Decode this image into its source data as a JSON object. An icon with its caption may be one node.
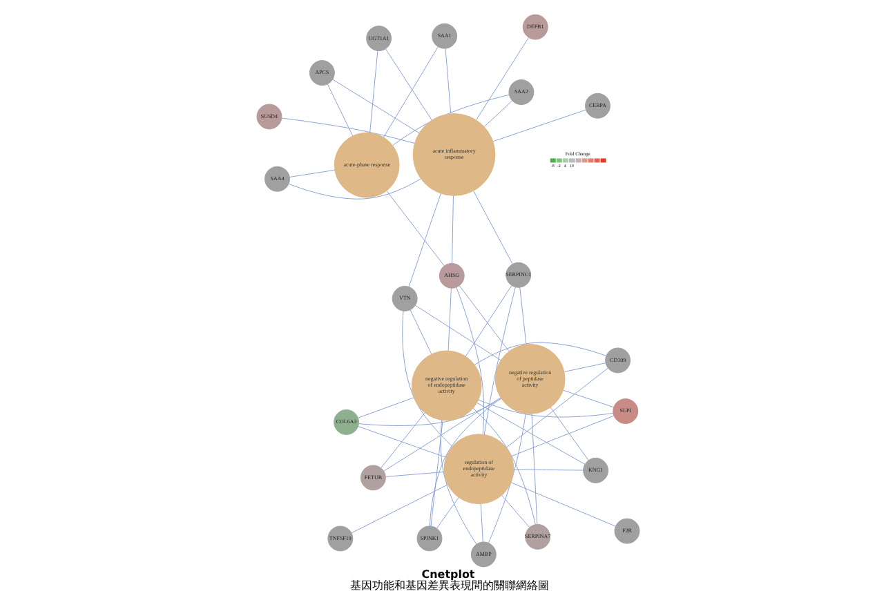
{
  "diagram": {
    "title": "Cnetplot",
    "caption": "基因功能和基因差異表現間的關聯網絡圖",
    "nodes": [
      {
        "text": [
          "TNFSF10"
        ]
      },
      {
        "text": [
          "F2R"
        ]
      },
      {
        "text": [
          "SPINK1"
        ]
      },
      {
        "text": [
          "COL6A3"
        ]
      },
      {
        "text": [
          "KNG1"
        ]
      },
      {
        "text": [
          "FETUB"
        ]
      },
      {
        "text": [
          "regulation of endopeptidase activity"
        ]
      },
      {
        "text": [
          "SERPINA7"
        ]
      },
      {
        "text": [
          "negative regulation of endopeptidase activity"
        ]
      },
      {
        "text": [
          "negative regulation of peptidase activity"
        ]
      },
      {
        "text": [
          "AMBP"
        ]
      },
      {
        "text": [
          "VTN"
        ]
      },
      {
        "text": [
          "SERPINC1"
        ]
      },
      {
        "text": [
          "SLPI"
        ]
      },
      {
        "text": [
          "CD109"
        ]
      },
      {
        "text": [
          "AHSG"
        ]
      },
      {
        "text": [
          "CEBPA"
        ]
      },
      {
        "text": [
          "SUSD4"
        ]
      },
      {
        "text": [
          "acute inflammatory response"
        ]
      },
      {
        "text": [
          "APCS"
        ]
      },
      {
        "text": [
          "DEFB1"
        ]
      },
      {
        "text": [
          "acute-phase response"
        ]
      },
      {
        "text": [
          "SAA1"
        ]
      },
      {
        "text": [
          "SAA2"
        ]
      },
      {
        "text": [
          "UGT1A1"
        ]
      },
      {
        "text": [
          "SAA4"
        ]
      }
    ],
    "edges": [
      {
        "from": 0,
        "to": 6,
        "arrow": "none"
      },
      {
        "from": 1,
        "to": 6,
        "arrow": "none"
      },
      {
        "from": 2,
        "to": 6,
        "arrow": "none"
      },
      {
        "from": 2,
        "to": 8,
        "arrow": "none"
      },
      {
        "from": 2,
        "to": 9,
        "arrow": "none"
      },
      {
        "from": 3,
        "to": 6,
        "arrow": "none"
      },
      {
        "from": 3,
        "to": 8,
        "arrow": "none"
      },
      {
        "from": 3,
        "to": 9,
        "arrow": "none"
      },
      {
        "from": 4,
        "to": 6,
        "arrow": "none"
      },
      {
        "from": 4,
        "to": 8,
        "arrow": "none"
      },
      {
        "from": 4,
        "to": 9,
        "arrow": "none"
      },
      {
        "from": 5,
        "to": 6,
        "arrow": "none"
      },
      {
        "from": 5,
        "to": 8,
        "arrow": "none"
      },
      {
        "from": 5,
        "to": 9,
        "arrow": "none"
      },
      {
        "from": 7,
        "to": 6,
        "arrow": "none"
      },
      {
        "from": 7,
        "to": 8,
        "arrow": "none"
      },
      {
        "from": 7,
        "to": 9,
        "arrow": "none"
      },
      {
        "from": 10,
        "to": 6,
        "arrow": "none"
      },
      {
        "from": 10,
        "to": 8,
        "arrow": "none"
      },
      {
        "from": 10,
        "to": 9,
        "arrow": "none"
      },
      {
        "from": 11,
        "to": 6,
        "arrow": "none"
      },
      {
        "from": 11,
        "to": 8,
        "arrow": "none"
      },
      {
        "from": 11,
        "to": 9,
        "arrow": "none"
      },
      {
        "from": 11,
        "to": 18,
        "arrow": "none"
      },
      {
        "from": 12,
        "to": 6,
        "arrow": "none"
      },
      {
        "from": 12,
        "to": 8,
        "arrow": "none"
      },
      {
        "from": 12,
        "to": 9,
        "arrow": "none"
      },
      {
        "from": 12,
        "to": 18,
        "arrow": "none"
      },
      {
        "from": 13,
        "to": 6,
        "arrow": "none"
      },
      {
        "from": 13,
        "to": 8,
        "arrow": "none"
      },
      {
        "from": 13,
        "to": 9,
        "arrow": "none"
      },
      {
        "from": 14,
        "to": 6,
        "arrow": "none"
      },
      {
        "from": 14,
        "to": 8,
        "arrow": "none"
      },
      {
        "from": 14,
        "to": 9,
        "arrow": "none"
      },
      {
        "from": 15,
        "to": 6,
        "arrow": "none"
      },
      {
        "from": 15,
        "to": 8,
        "arrow": "none"
      },
      {
        "from": 15,
        "to": 9,
        "arrow": "none"
      },
      {
        "from": 15,
        "to": 18,
        "arrow": "none"
      },
      {
        "from": 15,
        "to": 21,
        "arrow": "none"
      },
      {
        "from": 16,
        "to": 18,
        "arrow": "none"
      },
      {
        "from": 17,
        "to": 18,
        "arrow": "none"
      },
      {
        "from": 19,
        "to": 18,
        "arrow": "none"
      },
      {
        "from": 19,
        "to": 21,
        "arrow": "none"
      },
      {
        "from": 20,
        "to": 18,
        "arrow": "none"
      },
      {
        "from": 22,
        "to": 18,
        "arrow": "none"
      },
      {
        "from": 22,
        "to": 21,
        "arrow": "none"
      },
      {
        "from": 23,
        "to": 18,
        "arrow": "none"
      },
      {
        "from": 23,
        "to": 21,
        "arrow": "none"
      },
      {
        "from": 24,
        "to": 18,
        "arrow": "none"
      },
      {
        "from": 24,
        "to": 21,
        "arrow": "none"
      },
      {
        "from": 25,
        "to": 18,
        "arrow": "none"
      },
      {
        "from": 25,
        "to": 21,
        "arrow": "none"
      }
    ],
    "labels": [
      "Fold Change",
      "-8",
      "-2",
      "4",
      "10"
    ]
  }
}
